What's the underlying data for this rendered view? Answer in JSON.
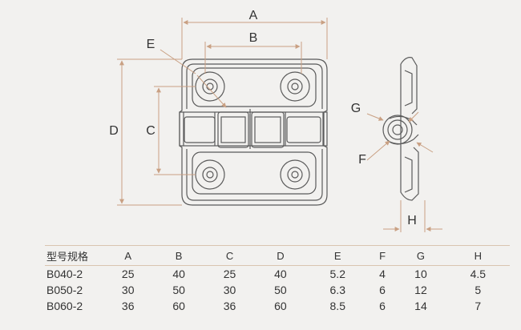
{
  "diagram": {
    "labels": {
      "A": "A",
      "B": "B",
      "C": "C",
      "D": "D",
      "E": "E",
      "F": "F",
      "G": "G",
      "H": "H"
    },
    "colors": {
      "dimension_line": "#c9a083",
      "outline": "#5a5a5a",
      "background": "#f2f1ef"
    }
  },
  "table": {
    "headers": [
      "型号规格",
      "A",
      "B",
      "C",
      "D",
      "E",
      "F",
      "G",
      "H"
    ],
    "rows": [
      [
        "B040-2",
        "25",
        "40",
        "25",
        "40",
        "5.2",
        "4",
        "10",
        "4.5"
      ],
      [
        "B050-2",
        "30",
        "50",
        "30",
        "50",
        "6.3",
        "6",
        "12",
        "5"
      ],
      [
        "B060-2",
        "36",
        "60",
        "36",
        "60",
        "8.5",
        "6",
        "14",
        "7"
      ]
    ]
  }
}
